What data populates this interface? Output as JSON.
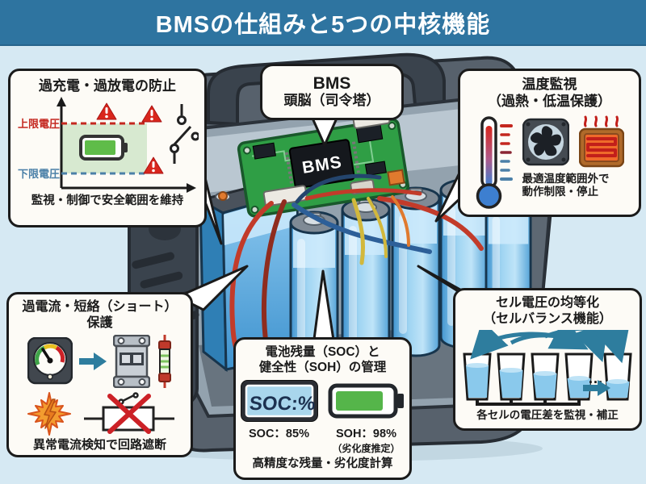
{
  "title": "BMSの仕組みと5つの中核機能",
  "colors": {
    "banner_blue": "#2e74a0",
    "background_blue": "#d6e9f3",
    "box_white": "#fdfbf6",
    "alert_red": "#cc2127",
    "limit_blue": "#4b80a8",
    "battery_green": "#5cb54a",
    "arrow_teal": "#2e7d9e",
    "pcb_green": "#2f9e45",
    "cell_blue": "#6fb9e8"
  },
  "icons": {
    "overcharge": [
      "warning-triangle-icon",
      "battery-icon",
      "open-switch-icon"
    ],
    "temperature": [
      "thermometer-icon",
      "fan-icon",
      "heater-icon"
    ],
    "overcurrent": [
      "gauge-icon",
      "arrow-right-icon",
      "breaker-icon",
      "fuse-icon",
      "lightning-burst-icon",
      "circuit-cut-icon"
    ],
    "soc": [
      "lcd-display-icon",
      "battery-health-icon"
    ],
    "balance": [
      "cup-icon",
      "balance-arrows-icon"
    ]
  },
  "callouts": {
    "overcharge": {
      "title": "過充電・過放電の防止",
      "upper_label": "上限電圧",
      "lower_label": "下限電圧",
      "caption": "監視・制御で安全範囲を維持"
    },
    "bms": {
      "line1": "BMS",
      "line2": "頭脳（司令塔）"
    },
    "temperature": {
      "title_line1": "温度監視",
      "title_line2": "（過熱・低温保護）",
      "caption_line1": "最適温度範囲外で",
      "caption_line2": "動作制限・停止"
    },
    "overcurrent": {
      "title_line1": "過電流・短絡（ショート）",
      "title_line2": "保護",
      "caption": "異常電流検知で回路遮断"
    },
    "soc": {
      "title_line1": "電池残量（SOC）と",
      "title_line2": "健全性（SOH）の管理",
      "lcd_text": "SOC:%",
      "soc_value": "SOC：85%",
      "soh_value": "SOH：98%",
      "soh_note": "（劣化度推定）",
      "caption": "高精度な残量・劣化度計算"
    },
    "balance": {
      "title_line1": "セル電圧の均等化",
      "title_line2": "（セルバランス機能）",
      "dots": "…",
      "caption": "各セルの電圧差を監視・補正"
    }
  },
  "illustration": {
    "chip_label": "BMS"
  }
}
